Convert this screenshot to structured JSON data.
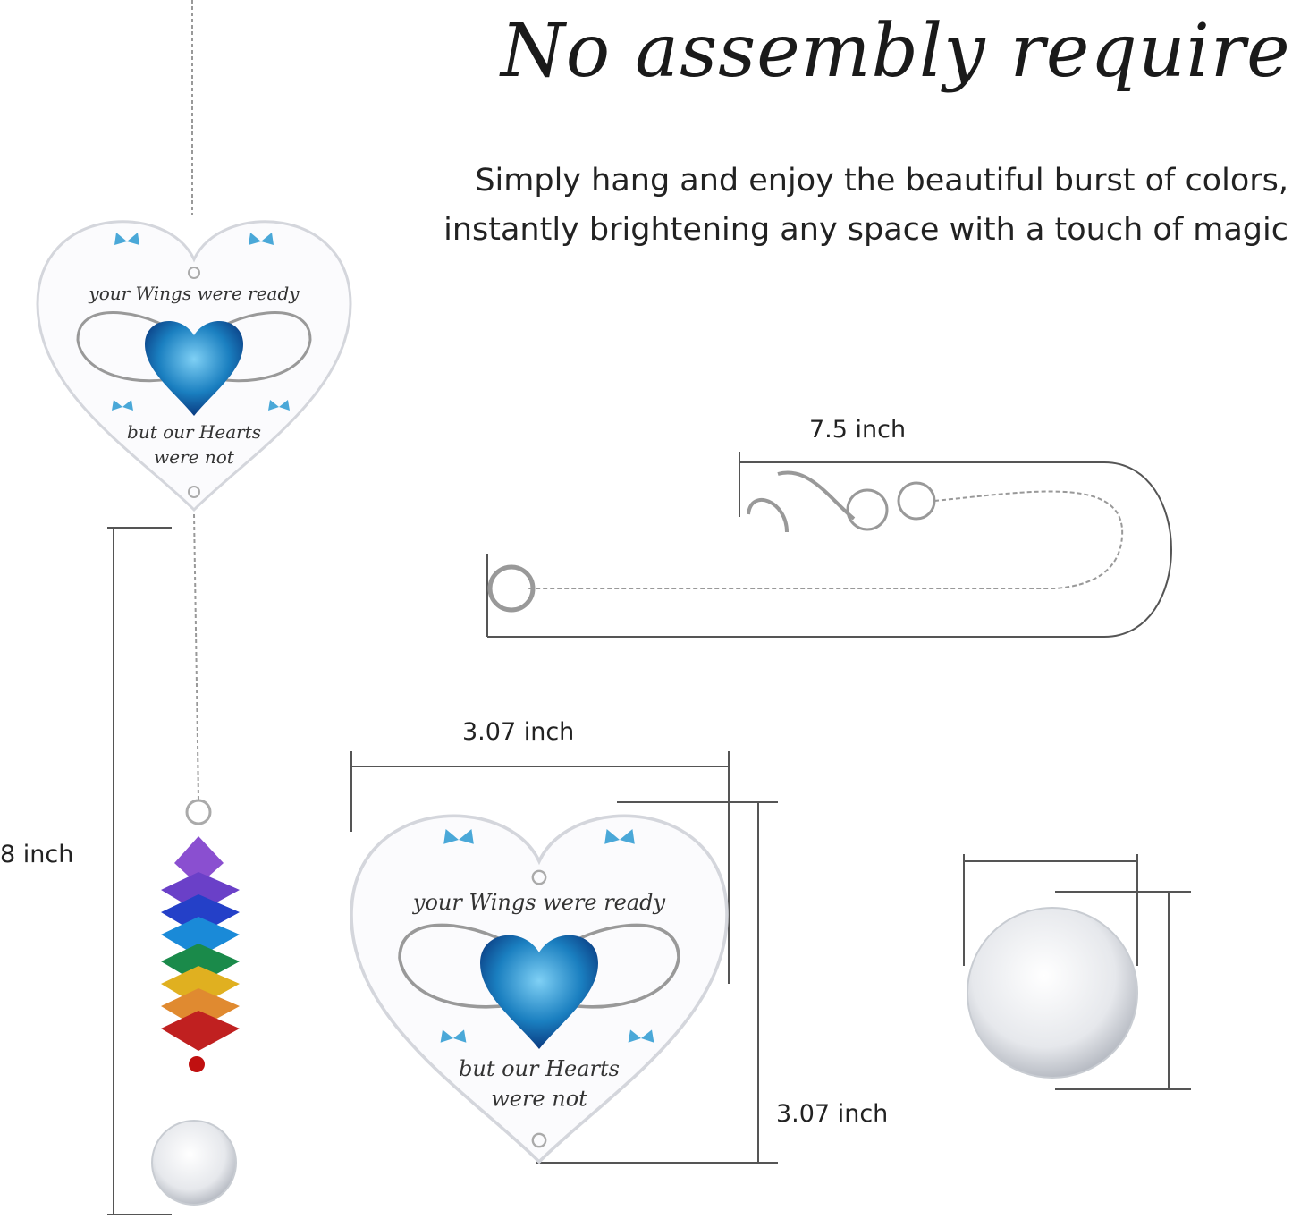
{
  "header": {
    "title": "No assembly required",
    "subtitle_line1": "Simply hang and enjoy the beautiful burst of colors,",
    "subtitle_line2": "instantly brightening any space with a touch of magic"
  },
  "dimensions": {
    "total_length": "8 inch",
    "chain_length": "7.5 inch",
    "heart_width": "3.07 inch",
    "heart_height": "3.07 inch"
  },
  "product_text": {
    "line1": "your Wings were ready",
    "line2": "but our Hearts",
    "line3": "were not"
  },
  "colors": {
    "heart_crystal": "#1a7fc0",
    "butterfly": "#4aa8d8",
    "dim_line": "#555555",
    "rainbow": [
      "#8a4fd0",
      "#2440c8",
      "#1a8ad8",
      "#1a8a4a",
      "#e0b020",
      "#e08a30",
      "#c02020"
    ]
  }
}
